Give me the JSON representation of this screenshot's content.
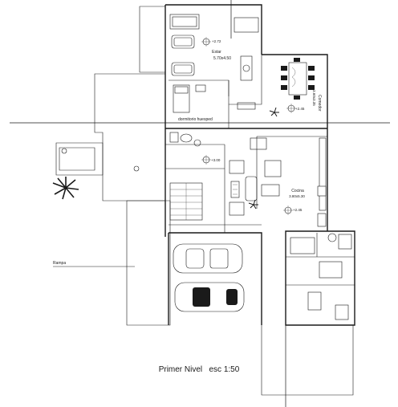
{
  "title": "Primer Nivel",
  "scale": "esc 1:50",
  "rooms": {
    "estar_name": "Estar",
    "estar_dims": "5.70x4.50",
    "comedor_name": "Comedor",
    "comedor_dims": "3.60x3.35",
    "dormitorio": "dormitorio huesped",
    "cocina_name": "Cocina",
    "cocina_dims": "3.80x5.30"
  },
  "levels": {
    "estar": "+2.72",
    "comedor": "+2.45",
    "hall": "+3.00",
    "cocina": "+2.45"
  },
  "rampa": "Rampa",
  "colors": {
    "line": "#1a1a1a",
    "background": "#ffffff"
  }
}
